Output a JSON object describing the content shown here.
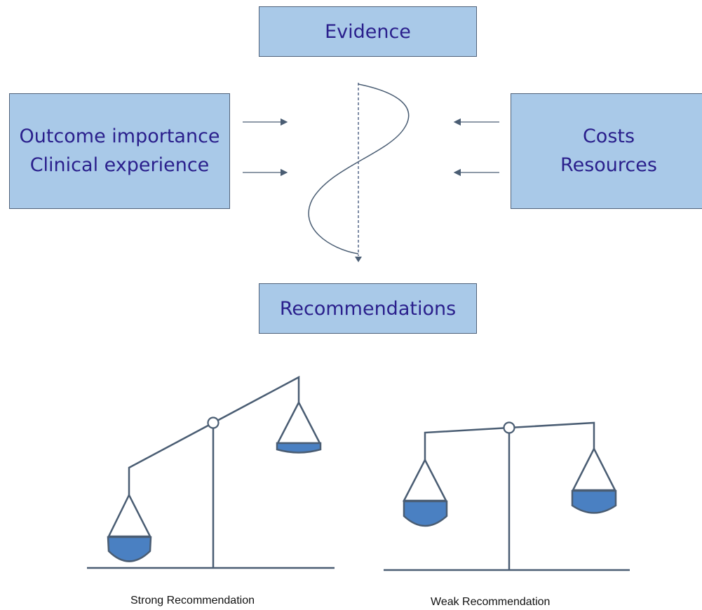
{
  "diagram": {
    "evidence_label": "Evidence",
    "recommendations_label": "Recommendations",
    "left_factors": [
      "Outcome importance",
      "Clinical experience"
    ],
    "right_factors": [
      "Costs",
      "Resources"
    ],
    "strong_caption": "Strong Recommendation",
    "weak_caption": "Weak Recommendation"
  },
  "colors": {
    "box_fill": "#a9c9e8",
    "box_border": "#50627a",
    "box_text": "#2a1f8c",
    "line": "#4a5d73",
    "pan_fill": "#4a80c2"
  }
}
